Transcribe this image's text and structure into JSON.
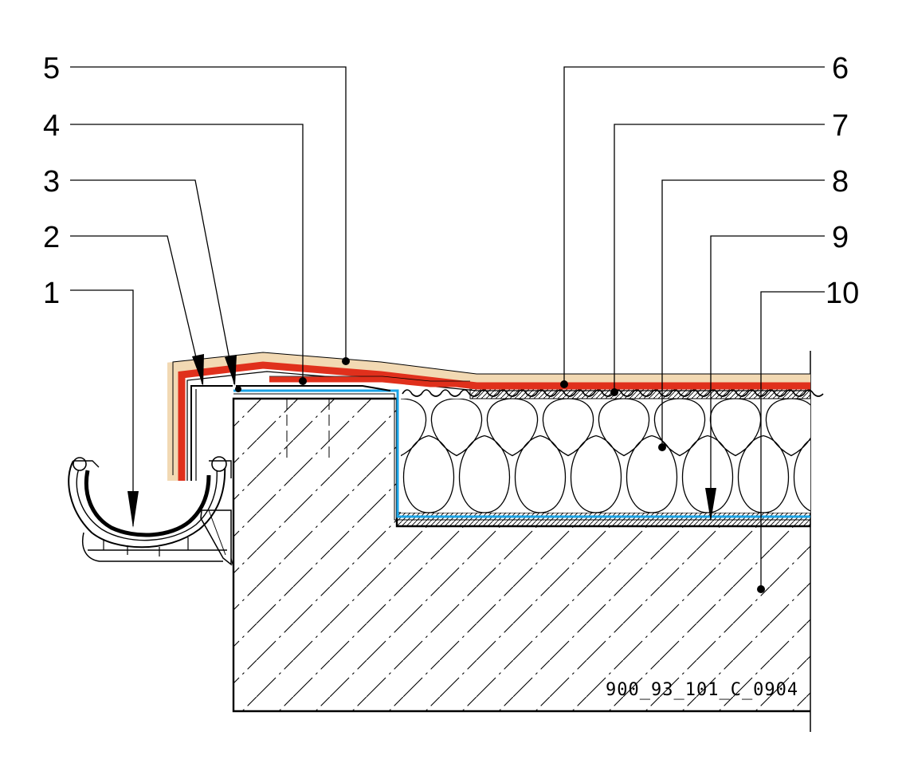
{
  "callouts": [
    "1",
    "2",
    "3",
    "4",
    "5",
    "6",
    "7",
    "8",
    "9",
    "10"
  ],
  "drawing_code": "900_93_101_C_0904",
  "colors": {
    "membrane_red": "#e0301c",
    "fleece_beige": "#f2d9b3",
    "vapour_blue": "#1aa3e6",
    "line": "#000000",
    "background": "#ffffff"
  }
}
